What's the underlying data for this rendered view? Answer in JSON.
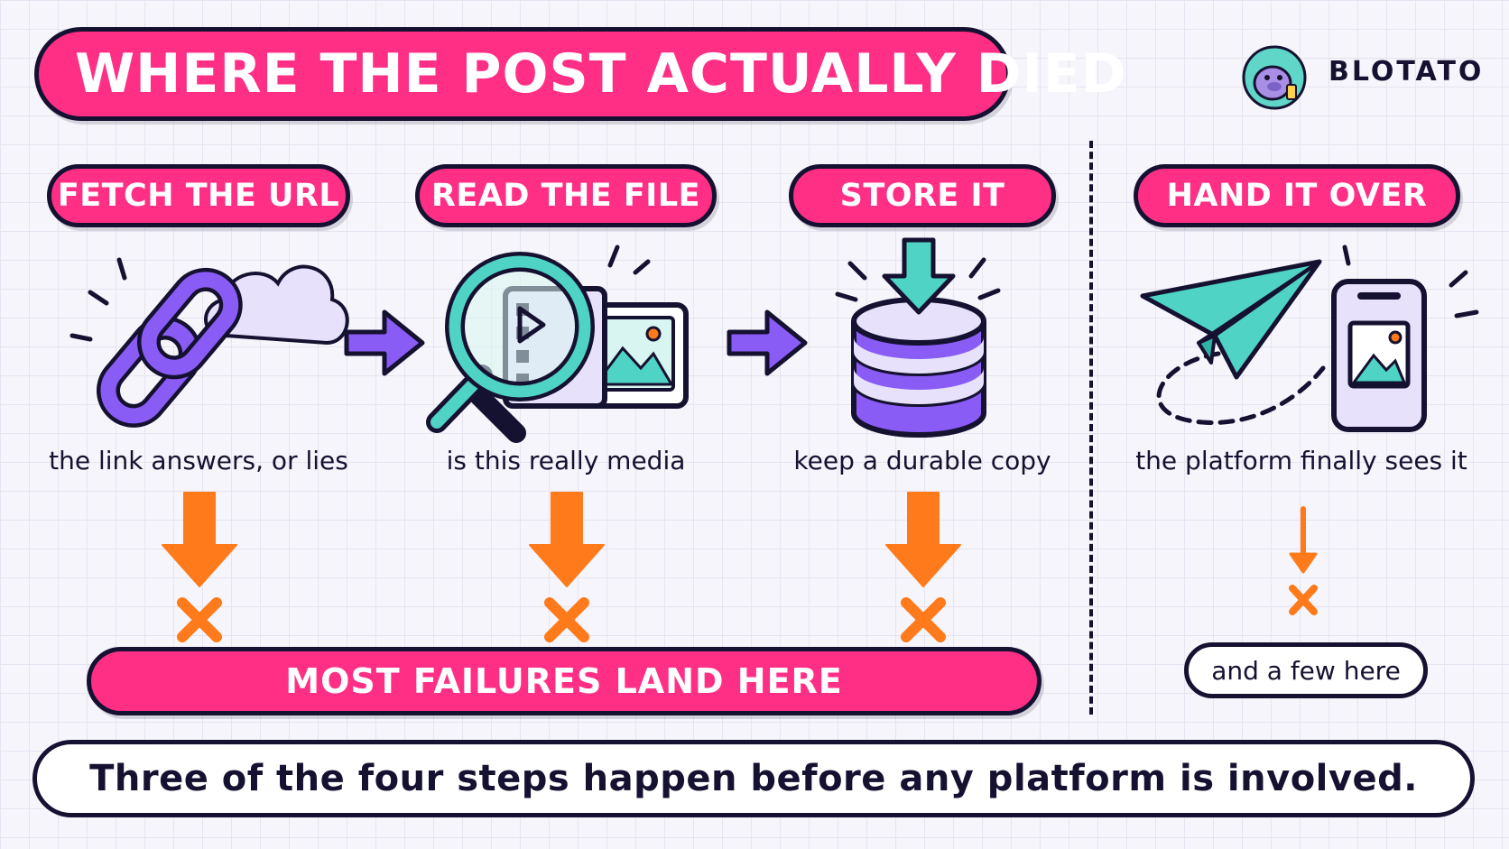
{
  "title": "WHERE THE POST ACTUALLY DIED",
  "brand": {
    "name": "BLOTATO",
    "logo_icon": "mascot-logo-icon"
  },
  "steps": [
    {
      "label": "FETCH THE URL",
      "caption": "the link answers, or lies",
      "icon": "chain-link-cloud-icon"
    },
    {
      "label": "READ THE FILE",
      "caption": "is this really media",
      "icon": "magnifier-media-icon"
    },
    {
      "label": "STORE IT",
      "caption": "keep a durable copy",
      "icon": "database-store-icon"
    },
    {
      "label": "HAND IT OVER",
      "caption": "the platform finally sees it",
      "icon": "paper-plane-phone-icon"
    }
  ],
  "failure_bar": "MOST FAILURES LAND HERE",
  "failure_note": "and a few here",
  "summary": "Three of the four steps happen before any platform is involved.",
  "colors": {
    "pink": "#ff2f86",
    "purple": "#8a5cf6",
    "teal": "#4fd3c4",
    "orange": "#ff7a1a",
    "ink": "#151130"
  }
}
